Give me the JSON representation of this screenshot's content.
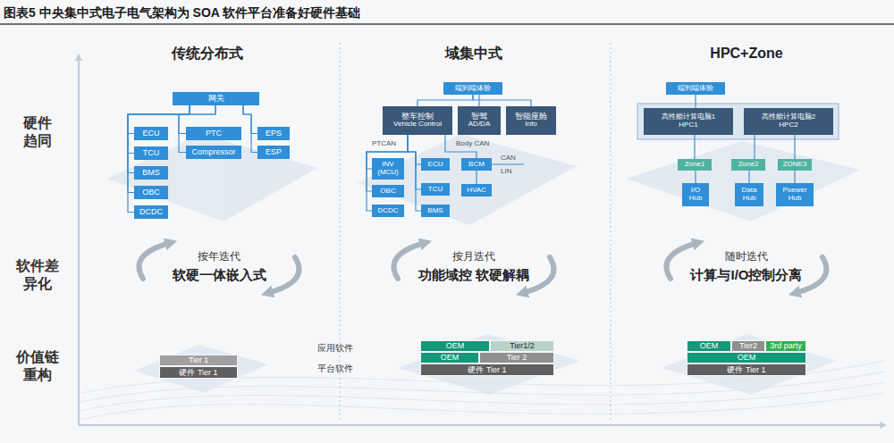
{
  "diagram": {
    "title": "图表5 中央集中式电子电气架构为 SOA 软件平台准备好硬件基础",
    "nodes": [
      {
        "text": [
          "网关"
        ]
      },
      {
        "text": [
          "ECU"
        ]
      },
      {
        "text": [
          "TCU"
        ]
      },
      {
        "text": [
          "BMS"
        ]
      },
      {
        "text": [
          "OBC"
        ]
      },
      {
        "text": [
          "DCDC"
        ]
      },
      {
        "text": [
          "PTC"
        ]
      },
      {
        "text": [
          "Compressor"
        ]
      },
      {
        "text": [
          "EPS"
        ]
      },
      {
        "text": [
          "ESP"
        ]
      },
      {
        "text": [
          "端到端体验"
        ]
      },
      {
        "text": [
          "整车控制",
          "Vehicle Control"
        ]
      },
      {
        "text": [
          "智驾",
          "AD/DA"
        ]
      },
      {
        "text": [
          "智能座舱",
          "Info"
        ]
      },
      {
        "text": [
          "INV (MCU)"
        ]
      },
      {
        "text": [
          "OBC"
        ]
      },
      {
        "text": [
          "DCDC"
        ]
      },
      {
        "text": [
          "ECU"
        ]
      },
      {
        "text": [
          "TCU"
        ]
      },
      {
        "text": [
          "BMS"
        ]
      },
      {
        "text": [
          "BCM"
        ]
      },
      {
        "text": [
          "HVAC"
        ]
      },
      {
        "text": [
          "端到端体验"
        ]
      },
      {
        "text": [
          "高性能计算电脑1",
          "HPC1"
        ]
      },
      {
        "text": [
          "高性能计算电脑2",
          "HPC2"
        ]
      },
      {
        "text": [
          "Zone1"
        ]
      },
      {
        "text": [
          "Zone2"
        ]
      },
      {
        "text": [
          "ZONE3"
        ]
      },
      {
        "text": [
          "I/O Hub"
        ]
      },
      {
        "text": [
          "Data Hub"
        ]
      },
      {
        "text": [
          "Poewer Hub"
        ]
      },
      {
        "text": [
          "Tier 1"
        ]
      },
      {
        "text": [
          "硬件 Tier 1"
        ]
      },
      {
        "text": [
          "OEM"
        ]
      },
      {
        "text": [
          "Tier1/2"
        ]
      },
      {
        "text": [
          "OEM"
        ]
      },
      {
        "text": [
          "Tier 2"
        ]
      },
      {
        "text": [
          "硬件 Tier 1"
        ]
      },
      {
        "text": [
          "OEM"
        ]
      },
      {
        "text": [
          "Tier2"
        ]
      },
      {
        "text": [
          "3rd party"
        ]
      },
      {
        "text": [
          "OEM"
        ]
      },
      {
        "text": [
          "硬件 Tier 1"
        ]
      }
    ],
    "edges": [
      {
        "from": 0,
        "to": 1,
        "arrow": "none"
      },
      {
        "from": 0,
        "to": 2,
        "arrow": "none"
      },
      {
        "from": 0,
        "to": 3,
        "arrow": "none"
      },
      {
        "from": 0,
        "to": 4,
        "arrow": "none"
      },
      {
        "from": 0,
        "to": 5,
        "arrow": "none"
      },
      {
        "from": 0,
        "to": 6,
        "arrow": "none"
      },
      {
        "from": 0,
        "to": 7,
        "arrow": "none"
      },
      {
        "from": 0,
        "to": 8,
        "arrow": "none"
      },
      {
        "from": 0,
        "to": 9,
        "arrow": "none"
      },
      {
        "from": 10,
        "to": 11,
        "arrow": "none"
      },
      {
        "from": 10,
        "to": 12,
        "arrow": "none"
      },
      {
        "from": 10,
        "to": 13,
        "arrow": "none"
      },
      {
        "from": 11,
        "to": 14,
        "arrow": "none"
      },
      {
        "from": 11,
        "to": 15,
        "arrow": "none"
      },
      {
        "from": 11,
        "to": 16,
        "arrow": "none"
      },
      {
        "from": 11,
        "to": 17,
        "arrow": "none"
      },
      {
        "from": 11,
        "to": 18,
        "arrow": "none"
      },
      {
        "from": 11,
        "to": 19,
        "arrow": "none"
      },
      {
        "from": 11,
        "to": 20,
        "arrow": "none"
      },
      {
        "from": 20,
        "to": 21,
        "arrow": "none"
      },
      {
        "from": 22,
        "to": 23,
        "arrow": "none"
      },
      {
        "from": 23,
        "to": 25,
        "arrow": "none"
      },
      {
        "from": 24,
        "to": 26,
        "arrow": "none"
      },
      {
        "from": 24,
        "to": 27,
        "arrow": "none"
      },
      {
        "from": 25,
        "to": 28,
        "arrow": "none"
      },
      {
        "from": 26,
        "to": 29,
        "arrow": "none"
      },
      {
        "from": 27,
        "to": 30,
        "arrow": "none"
      }
    ],
    "labels": [
      "传统分布式",
      "域集中式",
      "HPC+Zone",
      "硬件趋同",
      "软件差异化",
      "价值链重构",
      "PTCAN",
      "Body CAN",
      "CAN",
      "LIN",
      "按年迭代",
      "软硬一体嵌入式",
      "按月迭代",
      "功能域控 软硬解耦",
      "随时迭代",
      "计算与I/O控制分离",
      "应用软件",
      "平台软件"
    ]
  }
}
